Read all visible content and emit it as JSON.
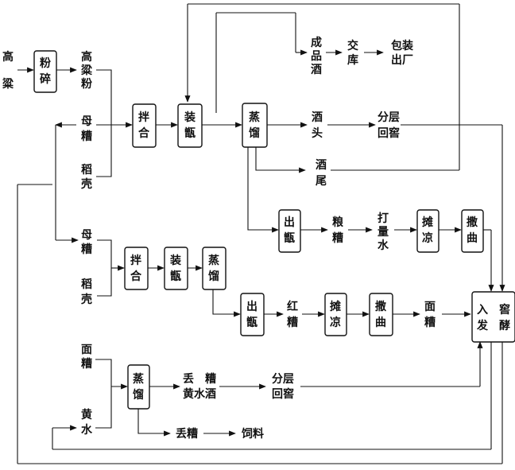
{
  "labels": {
    "gaoliang": [
      "高",
      "粱"
    ],
    "gaoliang_fen": [
      "高",
      "粱",
      "粉"
    ],
    "muzao_1": [
      "母",
      "糟"
    ],
    "daoke_1": [
      "稻",
      "壳"
    ],
    "muzao_2": [
      "母",
      "糟"
    ],
    "daoke_2": [
      "稻",
      "壳"
    ],
    "chengpinjiu": [
      "成",
      "品",
      "酒"
    ],
    "jiaoku": [
      "交",
      "库"
    ],
    "baozhuang": [
      "包装",
      "出厂"
    ],
    "jiutou": [
      "酒",
      "头"
    ],
    "fenceng_1": [
      "分层",
      "回窖"
    ],
    "jiuwei": [
      "酒",
      "尾"
    ],
    "liangzao": [
      "粮",
      "糟"
    ],
    "daliangshui": [
      "打",
      "量",
      "水"
    ],
    "hongzao": [
      "红",
      "糟"
    ],
    "mianzao_out": [
      "面",
      "糟"
    ],
    "mianzao_in": [
      "面",
      "糟"
    ],
    "huangshui": [
      "黄",
      "水"
    ],
    "diuzao_hsj": [
      "丢　糟",
      "黄水酒"
    ],
    "fenceng_2": [
      "分层",
      "回窖"
    ],
    "diuzao": "丢糟",
    "siliao": "饲料"
  },
  "boxes": {
    "fensui": [
      "粉",
      "碎"
    ],
    "banhe_1": [
      "拌",
      "合"
    ],
    "zhuangzeng_1": [
      "装",
      "甑"
    ],
    "zhengliu_1": [
      "蒸",
      "馏"
    ],
    "chuzeng_1": [
      "出",
      "甑"
    ],
    "tanliang_1": [
      "摊",
      "凉"
    ],
    "saqu_1": [
      "撒",
      "曲"
    ],
    "banhe_2": [
      "拌",
      "合"
    ],
    "zhuangzeng_2": [
      "装",
      "甑"
    ],
    "zhengliu_2": [
      "蒸",
      "馏"
    ],
    "chuzeng_2": [
      "出",
      "甑"
    ],
    "tanliang_2": [
      "摊",
      "凉"
    ],
    "saqu_2": [
      "撒",
      "曲"
    ],
    "zhengliu_3": [
      "蒸",
      "馏"
    ],
    "rujiao": [
      "入　窖",
      "发　酵"
    ]
  }
}
